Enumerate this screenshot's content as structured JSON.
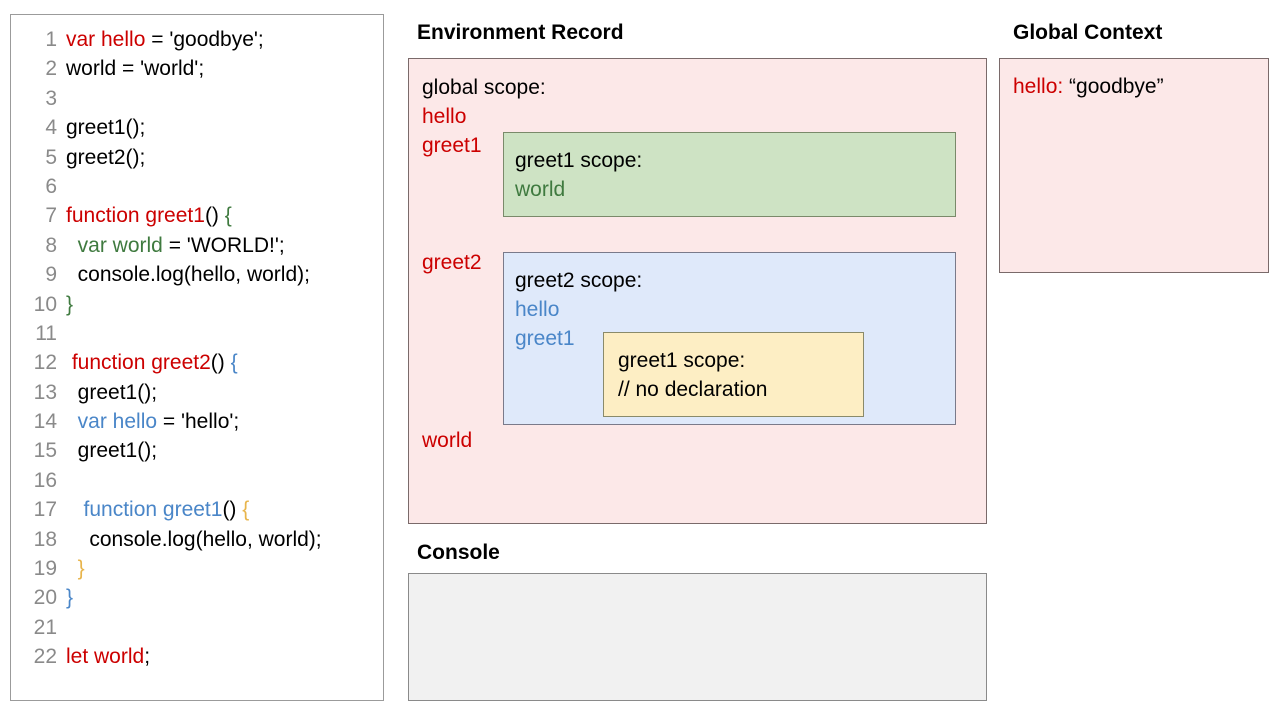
{
  "code_panel": {
    "lines": [
      {
        "num": "1",
        "indent": 0,
        "tokens": [
          {
            "t": "var hello",
            "c": "red"
          },
          {
            "t": " = 'goodbye';",
            "c": "black"
          }
        ]
      },
      {
        "num": "2",
        "indent": 0,
        "tokens": [
          {
            "t": "world = 'world';",
            "c": "black"
          }
        ]
      },
      {
        "num": "3",
        "indent": 0,
        "tokens": [
          {
            "t": "",
            "c": "black"
          }
        ]
      },
      {
        "num": "4",
        "indent": 0,
        "tokens": [
          {
            "t": "greet1();",
            "c": "black"
          }
        ]
      },
      {
        "num": "5",
        "indent": 0,
        "tokens": [
          {
            "t": "greet2();",
            "c": "black"
          }
        ]
      },
      {
        "num": "6",
        "indent": 0,
        "tokens": [
          {
            "t": "",
            "c": "black"
          }
        ]
      },
      {
        "num": "7",
        "indent": 0,
        "tokens": [
          {
            "t": "function greet1",
            "c": "red"
          },
          {
            "t": "() ",
            "c": "black"
          },
          {
            "t": "{",
            "c": "green"
          }
        ]
      },
      {
        "num": "8",
        "indent": 1,
        "tokens": [
          {
            "t": "var world",
            "c": "green"
          },
          {
            "t": " = 'WORLD!';",
            "c": "black"
          }
        ]
      },
      {
        "num": "9",
        "indent": 1,
        "tokens": [
          {
            "t": "console.log(hello, world);",
            "c": "black"
          }
        ]
      },
      {
        "num": "10",
        "indent": 0,
        "tokens": [
          {
            "t": "}",
            "c": "green"
          }
        ]
      },
      {
        "num": "11",
        "indent": 0,
        "tokens": [
          {
            "t": "",
            "c": "black"
          }
        ]
      },
      {
        "num": "12",
        "indent": 0,
        "tokens": [
          {
            "t": " function greet2",
            "c": "red"
          },
          {
            "t": "() ",
            "c": "black"
          },
          {
            "t": "{",
            "c": "blue"
          }
        ]
      },
      {
        "num": "13",
        "indent": 1,
        "tokens": [
          {
            "t": "greet1();",
            "c": "black"
          }
        ]
      },
      {
        "num": "14",
        "indent": 1,
        "tokens": [
          {
            "t": "var hello",
            "c": "blue"
          },
          {
            "t": " = 'hello';",
            "c": "black"
          }
        ]
      },
      {
        "num": "15",
        "indent": 1,
        "tokens": [
          {
            "t": "greet1();",
            "c": "black"
          }
        ]
      },
      {
        "num": "16",
        "indent": 0,
        "tokens": [
          {
            "t": "",
            "c": "black"
          }
        ]
      },
      {
        "num": "17",
        "indent": 1,
        "tokens": [
          {
            "t": " function greet1",
            "c": "blue"
          },
          {
            "t": "() ",
            "c": "black"
          },
          {
            "t": "{",
            "c": "yellow"
          }
        ]
      },
      {
        "num": "18",
        "indent": 2,
        "tokens": [
          {
            "t": "console.log(hello, world);",
            "c": "black"
          }
        ]
      },
      {
        "num": "19",
        "indent": 1,
        "tokens": [
          {
            "t": "}",
            "c": "yellow"
          }
        ]
      },
      {
        "num": "20",
        "indent": 0,
        "tokens": [
          {
            "t": "}",
            "c": "blue"
          }
        ]
      },
      {
        "num": "21",
        "indent": 0,
        "tokens": [
          {
            "t": "",
            "c": "black"
          }
        ]
      },
      {
        "num": "22",
        "indent": 0,
        "tokens": [
          {
            "t": "let world",
            "c": "red"
          },
          {
            "t": ";",
            "c": "black"
          }
        ]
      }
    ]
  },
  "environment_record": {
    "heading": "Environment Record",
    "global_scope_label": "global scope:",
    "global_bindings_top": [
      "hello",
      "greet1"
    ],
    "global_binding_greet2": "greet2",
    "global_binding_world": "world",
    "greet1_scope": {
      "title": "greet1 scope:",
      "bindings": [
        "world"
      ]
    },
    "greet2_scope": {
      "title": "greet2 scope:",
      "bindings": [
        "hello",
        "greet1"
      ],
      "nested_greet1_scope": {
        "title": "greet1 scope:",
        "comment": "// no declaration"
      }
    }
  },
  "global_context": {
    "heading": "Global Context",
    "entries": [
      {
        "key": "hello:",
        "value": "“goodbye”"
      }
    ]
  },
  "console": {
    "heading": "Console",
    "output": ""
  },
  "colors": {
    "red": "#cc0000",
    "blue": "#4a86c8",
    "green": "#3f7a3f",
    "yellow": "#e8b54c",
    "pink_panel": "#fce8e8",
    "green_box": "#cee3c4",
    "blue_box": "#dfe9fa",
    "yellow_box": "#fdeec4",
    "console_bg": "#f1f1f1",
    "line_number": "#8a8a8a"
  }
}
